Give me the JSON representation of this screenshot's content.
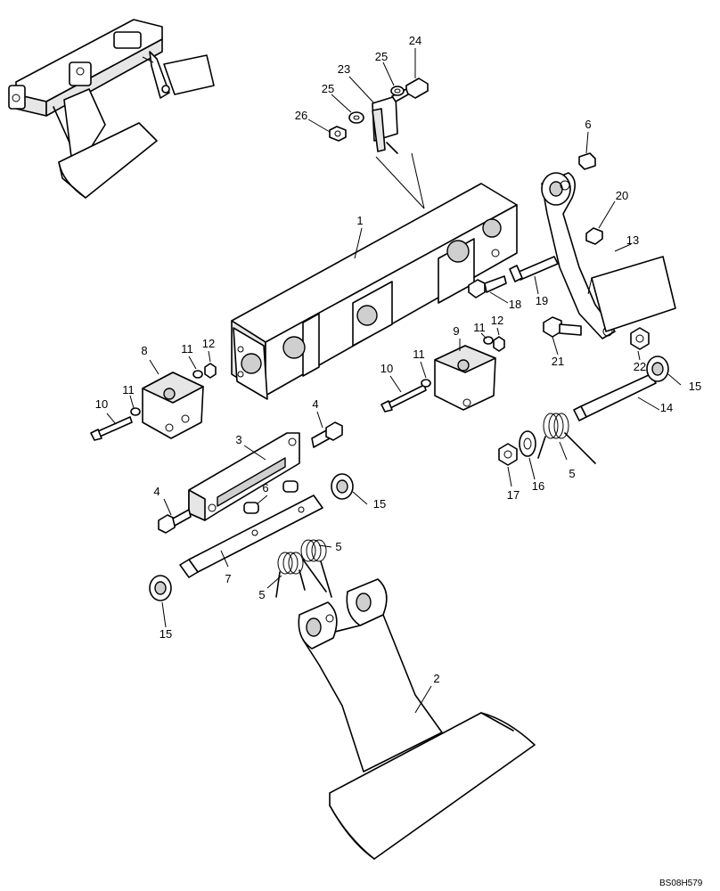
{
  "diagram": {
    "drawing_code": "BS08H579",
    "callouts": [
      {
        "id": "c-1",
        "label": "1"
      },
      {
        "id": "c-2",
        "label": "2"
      },
      {
        "id": "c-3",
        "label": "3"
      },
      {
        "id": "c-4a",
        "label": "4"
      },
      {
        "id": "c-4b",
        "label": "4"
      },
      {
        "id": "c-5a",
        "label": "5"
      },
      {
        "id": "c-5b",
        "label": "5"
      },
      {
        "id": "c-5c",
        "label": "5"
      },
      {
        "id": "c-6a",
        "label": "6"
      },
      {
        "id": "c-6b",
        "label": "6"
      },
      {
        "id": "c-7",
        "label": "7"
      },
      {
        "id": "c-8",
        "label": "8"
      },
      {
        "id": "c-9",
        "label": "9"
      },
      {
        "id": "c-10a",
        "label": "10"
      },
      {
        "id": "c-10b",
        "label": "10"
      },
      {
        "id": "c-11a",
        "label": "11"
      },
      {
        "id": "c-11b",
        "label": "11"
      },
      {
        "id": "c-11c",
        "label": "11"
      },
      {
        "id": "c-11d",
        "label": "11"
      },
      {
        "id": "c-12a",
        "label": "12"
      },
      {
        "id": "c-12b",
        "label": "12"
      },
      {
        "id": "c-13",
        "label": "13"
      },
      {
        "id": "c-14",
        "label": "14"
      },
      {
        "id": "c-15a",
        "label": "15"
      },
      {
        "id": "c-15b",
        "label": "15"
      },
      {
        "id": "c-15c",
        "label": "15"
      },
      {
        "id": "c-16",
        "label": "16"
      },
      {
        "id": "c-17",
        "label": "17"
      },
      {
        "id": "c-18",
        "label": "18"
      },
      {
        "id": "c-19",
        "label": "19"
      },
      {
        "id": "c-20",
        "label": "20"
      },
      {
        "id": "c-21",
        "label": "21"
      },
      {
        "id": "c-22",
        "label": "22"
      },
      {
        "id": "c-23",
        "label": "23"
      },
      {
        "id": "c-24",
        "label": "24"
      },
      {
        "id": "c-25a",
        "label": "25"
      },
      {
        "id": "c-25b",
        "label": "25"
      },
      {
        "id": "c-26",
        "label": "26"
      }
    ]
  }
}
